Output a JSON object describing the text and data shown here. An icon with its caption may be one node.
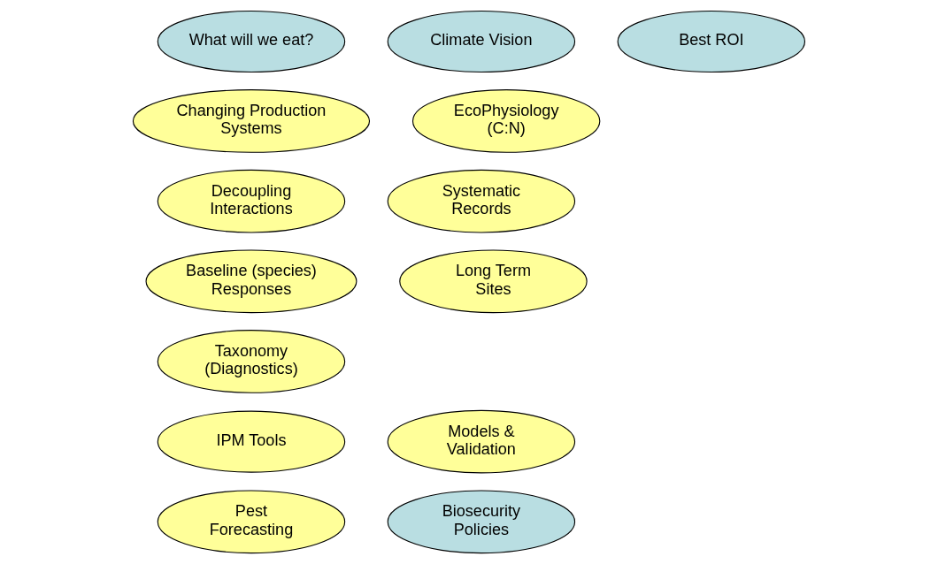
{
  "diagram": {
    "nodes": [
      {
        "text": [
          "What will we eat?"
        ]
      },
      {
        "text": [
          "Climate Vision"
        ]
      },
      {
        "text": [
          "Best ROI"
        ]
      },
      {
        "text": [
          "Changing Production Systems"
        ]
      },
      {
        "text": [
          "EcoPhysiology (C:N)"
        ]
      },
      {
        "text": [
          "Decoupling Interactions"
        ]
      },
      {
        "text": [
          "Systematic Records"
        ]
      },
      {
        "text": [
          "Baseline (species) Responses"
        ]
      },
      {
        "text": [
          "Long Term Sites"
        ]
      },
      {
        "text": [
          "Taxonomy (Diagnostics)"
        ]
      },
      {
        "text": [
          "IPM Tools"
        ]
      },
      {
        "text": [
          "Models & Validation"
        ]
      },
      {
        "text": [
          "Pest Forecasting"
        ]
      },
      {
        "text": [
          "Biosecurity Policies"
        ]
      }
    ]
  }
}
